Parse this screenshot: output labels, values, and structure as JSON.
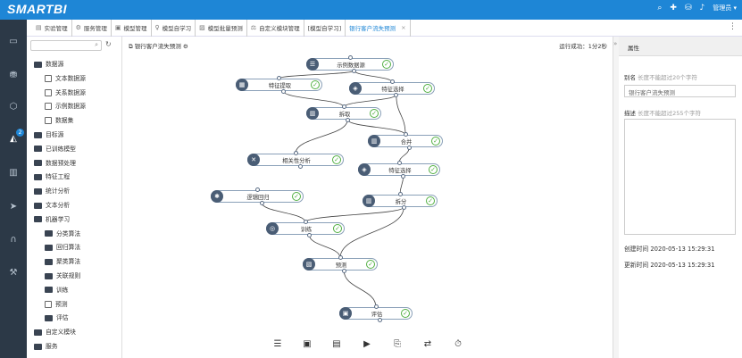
{
  "app": {
    "logo": "SMARTBI"
  },
  "topbar": {
    "user": "管理员"
  },
  "tabs": [
    {
      "icon": "▤",
      "label": "实验管理"
    },
    {
      "icon": "⚙",
      "label": "服务管理"
    },
    {
      "icon": "▣",
      "label": "模型管理"
    },
    {
      "icon": "♀",
      "label": "模型自学习"
    },
    {
      "icon": "▨",
      "label": "模型批量预测"
    },
    {
      "icon": "⚖",
      "label": "自定义模块管理"
    },
    {
      "icon": "",
      "label": "[模型自学习]"
    },
    {
      "icon": "",
      "label": "银行客户流失预测",
      "active": true
    }
  ],
  "tree": {
    "items": [
      {
        "label": "数据源",
        "type": "folder",
        "indent": 0
      },
      {
        "label": "文本数据源",
        "type": "leaf",
        "indent": 1
      },
      {
        "label": "关系数据源",
        "type": "leaf",
        "indent": 1
      },
      {
        "label": "示例数据源",
        "type": "leaf",
        "indent": 1
      },
      {
        "label": "数据集",
        "type": "leaf",
        "indent": 1
      },
      {
        "label": "目标源",
        "type": "folder",
        "indent": 0
      },
      {
        "label": "已训练模型",
        "type": "folder",
        "indent": 0
      },
      {
        "label": "数据预处理",
        "type": "folder",
        "indent": 0
      },
      {
        "label": "特征工程",
        "type": "folder",
        "indent": 0
      },
      {
        "label": "统计分析",
        "type": "folder",
        "indent": 0
      },
      {
        "label": "文本分析",
        "type": "folder",
        "indent": 0
      },
      {
        "label": "机器学习",
        "type": "folder",
        "indent": 0
      },
      {
        "label": "分类算法",
        "type": "folder",
        "indent": 1
      },
      {
        "label": "回归算法",
        "type": "folder",
        "indent": 1
      },
      {
        "label": "聚类算法",
        "type": "folder",
        "indent": 1
      },
      {
        "label": "关联规则",
        "type": "folder",
        "indent": 1
      },
      {
        "label": "训练",
        "type": "folder",
        "indent": 1
      },
      {
        "label": "预测",
        "type": "leaf",
        "indent": 1
      },
      {
        "label": "评估",
        "type": "folder",
        "indent": 1
      },
      {
        "label": "自定义模块",
        "type": "folder",
        "indent": 0
      },
      {
        "label": "服务",
        "type": "folder",
        "indent": 0
      }
    ]
  },
  "canvas": {
    "title": "银行客户流失预测",
    "status": "运行成功：1分2秒",
    "nodes": [
      {
        "id": "n1",
        "label": "示例数据源",
        "icon": "☰"
      },
      {
        "id": "n2",
        "label": "特征提取",
        "icon": "▦"
      },
      {
        "id": "n3",
        "label": "特征选择",
        "icon": "◈"
      },
      {
        "id": "n4",
        "label": "拆取",
        "icon": "▥"
      },
      {
        "id": "n5",
        "label": "合并",
        "icon": "▥"
      },
      {
        "id": "n6",
        "label": "相关性分析",
        "icon": "✕"
      },
      {
        "id": "n7",
        "label": "特征选择",
        "icon": "◈"
      },
      {
        "id": "n8",
        "label": "逻辑回归",
        "icon": "✱"
      },
      {
        "id": "n9",
        "label": "拆分",
        "icon": "▥"
      },
      {
        "id": "n10",
        "label": "训练",
        "icon": "◎"
      },
      {
        "id": "n11",
        "label": "预测",
        "icon": "▧"
      },
      {
        "id": "n12",
        "label": "评估",
        "icon": "▣"
      }
    ]
  },
  "props": {
    "tab_label": "属性",
    "name_label": "别名",
    "name_hint": "长度不能超过20个字符",
    "name_value": "银行客户流失预测",
    "desc_label": "描述",
    "desc_hint": "长度不能超过255个字符",
    "created_label": "创建时间",
    "created_value": "2020-05-13 15:29:31",
    "updated_label": "更新时间",
    "updated_value": "2020-05-13 15:29:31"
  }
}
